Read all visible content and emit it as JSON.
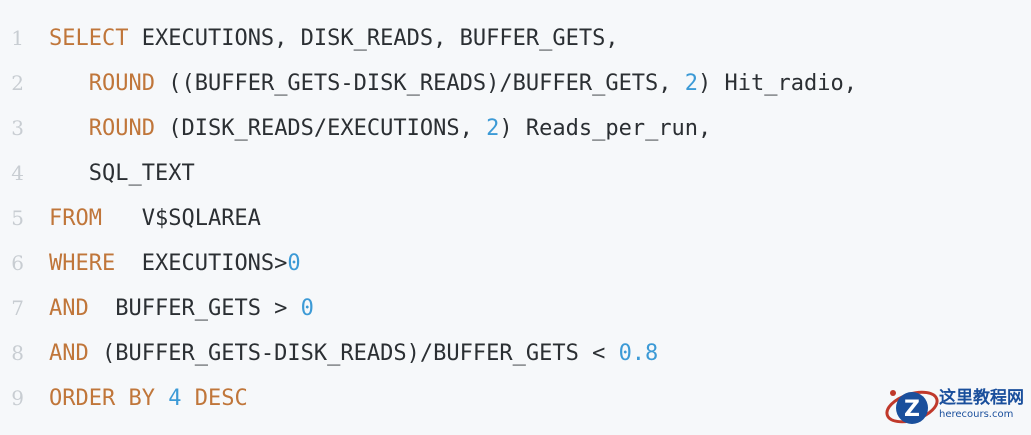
{
  "editor": {
    "lines": [
      {
        "no": "1",
        "tokens": [
          {
            "t": "SELECT",
            "c": "kw"
          },
          {
            "t": " EXECUTIONS, DISK_READS, BUFFER_GETS,",
            "c": "plain"
          }
        ]
      },
      {
        "no": "2",
        "tokens": [
          {
            "t": "   ",
            "c": "plain"
          },
          {
            "t": "ROUND",
            "c": "kw"
          },
          {
            "t": " ((BUFFER_GETS-DISK_READS)/BUFFER_GETS, ",
            "c": "plain"
          },
          {
            "t": "2",
            "c": "num"
          },
          {
            "t": ") Hit_radio,",
            "c": "plain"
          }
        ]
      },
      {
        "no": "3",
        "tokens": [
          {
            "t": "   ",
            "c": "plain"
          },
          {
            "t": "ROUND",
            "c": "kw"
          },
          {
            "t": " (DISK_READS/EXECUTIONS, ",
            "c": "plain"
          },
          {
            "t": "2",
            "c": "num"
          },
          {
            "t": ") Reads_per_run,",
            "c": "plain"
          }
        ]
      },
      {
        "no": "4",
        "tokens": [
          {
            "t": "   SQL_TEXT",
            "c": "plain"
          }
        ]
      },
      {
        "no": "5",
        "tokens": [
          {
            "t": "FROM",
            "c": "kw"
          },
          {
            "t": "   V$SQLAREA",
            "c": "plain"
          }
        ]
      },
      {
        "no": "6",
        "tokens": [
          {
            "t": "WHERE",
            "c": "kw"
          },
          {
            "t": "  EXECUTIONS>",
            "c": "plain"
          },
          {
            "t": "0",
            "c": "num"
          }
        ]
      },
      {
        "no": "7",
        "tokens": [
          {
            "t": "AND",
            "c": "kw"
          },
          {
            "t": "  BUFFER_GETS > ",
            "c": "plain"
          },
          {
            "t": "0",
            "c": "num"
          }
        ]
      },
      {
        "no": "8",
        "tokens": [
          {
            "t": "AND",
            "c": "kw"
          },
          {
            "t": " (BUFFER_GETS-DISK_READS)/BUFFER_GETS < ",
            "c": "plain"
          },
          {
            "t": "0.8",
            "c": "num"
          }
        ]
      },
      {
        "no": "9",
        "tokens": [
          {
            "t": "ORDER BY",
            "c": "kw"
          },
          {
            "t": " ",
            "c": "plain"
          },
          {
            "t": "4",
            "c": "num"
          },
          {
            "t": " ",
            "c": "plain"
          },
          {
            "t": "DESC",
            "c": "kw"
          }
        ]
      }
    ]
  },
  "watermark": {
    "title": "这里教程网",
    "url": "herecours.com",
    "logo_icon": "z-globe-logo-icon",
    "color": "#1a4f9c",
    "accent": "#c0392b"
  },
  "colors": {
    "background": "#f6f8fa",
    "keyword": "#c0763a",
    "number": "#3c9ad6",
    "text": "#2b2f33",
    "line_number": "#c8cdd2"
  }
}
